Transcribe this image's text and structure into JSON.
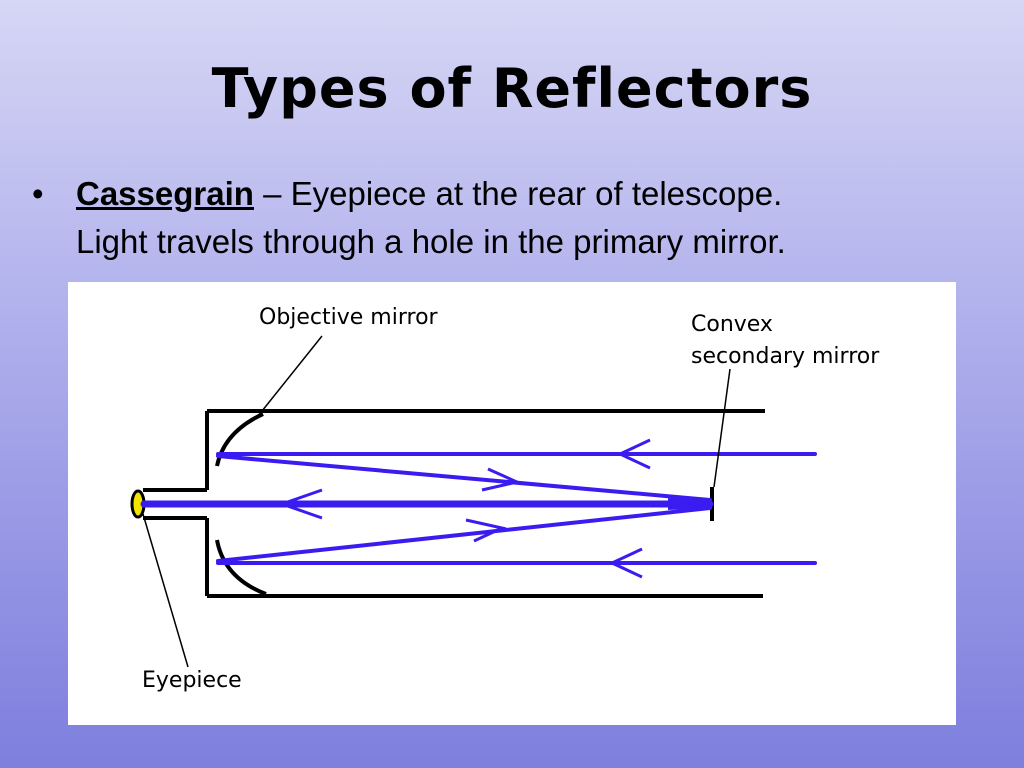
{
  "slide": {
    "title": "Types of Reflectors"
  },
  "bullet": {
    "marker": "•",
    "term": "Cassegrain",
    "line1_rest": " – Eyepiece at the rear of telescope.",
    "line2": "Light travels through a hole in the primary mirror."
  },
  "diagram": {
    "labels": {
      "objective_mirror": "Objective mirror",
      "convex_line1": "Convex",
      "convex_line2": "secondary mirror",
      "eyepiece": "Eyepiece"
    },
    "colors": {
      "ray": "#3b1cf0",
      "frame": "#000000",
      "eyepiece_lens": "#f2e600"
    }
  }
}
